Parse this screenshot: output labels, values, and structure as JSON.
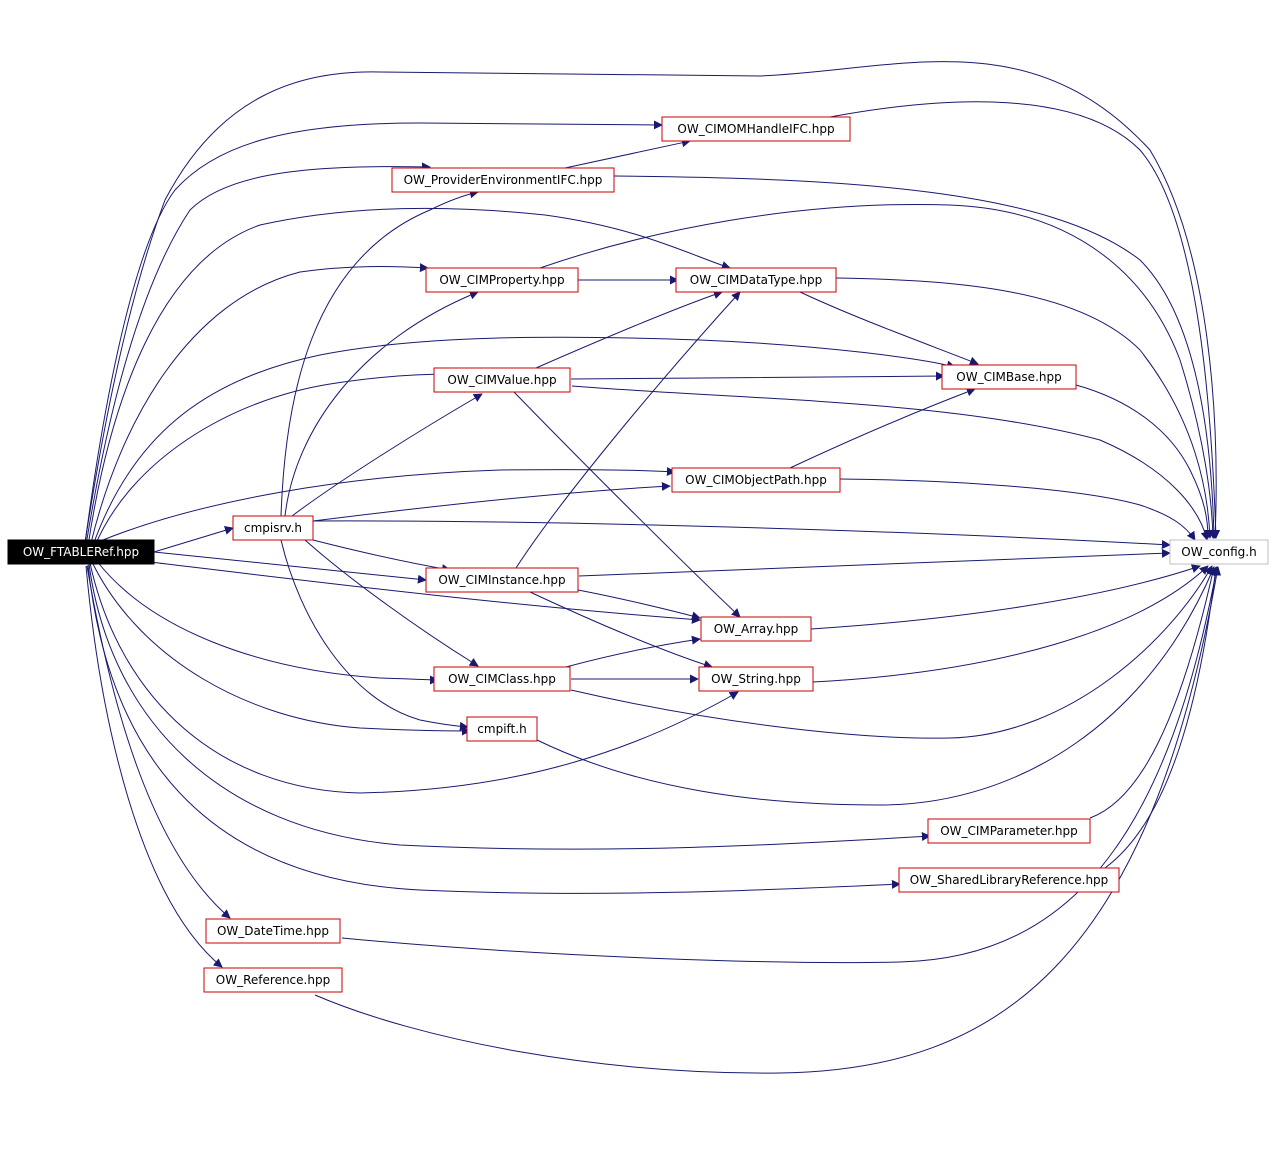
{
  "diagram": {
    "colors": {
      "edge": "#191970",
      "node_border": "#cc0000",
      "node_fill": "#ffffff",
      "root_fill": "#000000",
      "root_text": "#ffffff",
      "leaf_border": "#bfbfbf",
      "text": "#000000"
    },
    "nodes": [
      {
        "id": "ftable",
        "label": "OW_FTABLERef.hpp",
        "style": "root"
      },
      {
        "id": "cimomhandle",
        "label": "OW_CIMOMHandleIFC.hpp",
        "style": "file"
      },
      {
        "id": "provenv",
        "label": "OW_ProviderEnvironmentIFC.hpp",
        "style": "file"
      },
      {
        "id": "cimproperty",
        "label": "OW_CIMProperty.hpp",
        "style": "file"
      },
      {
        "id": "cimdatatype",
        "label": "OW_CIMDataType.hpp",
        "style": "file"
      },
      {
        "id": "cimvalue",
        "label": "OW_CIMValue.hpp",
        "style": "file"
      },
      {
        "id": "cimbase",
        "label": "OW_CIMBase.hpp",
        "style": "file"
      },
      {
        "id": "cimobjectpath",
        "label": "OW_CIMObjectPath.hpp",
        "style": "file"
      },
      {
        "id": "cmpisrv",
        "label": "cmpisrv.h",
        "style": "file"
      },
      {
        "id": "config",
        "label": "OW_config.h",
        "style": "leaf"
      },
      {
        "id": "ciminstance",
        "label": "OW_CIMInstance.hpp",
        "style": "file"
      },
      {
        "id": "array",
        "label": "OW_Array.hpp",
        "style": "file"
      },
      {
        "id": "cimclass",
        "label": "OW_CIMClass.hpp",
        "style": "file"
      },
      {
        "id": "string",
        "label": "OW_String.hpp",
        "style": "file"
      },
      {
        "id": "cmpift",
        "label": "cmpift.h",
        "style": "file"
      },
      {
        "id": "cimparameter",
        "label": "OW_CIMParameter.hpp",
        "style": "file"
      },
      {
        "id": "sharedlib",
        "label": "OW_SharedLibraryReference.hpp",
        "style": "file"
      },
      {
        "id": "datetime",
        "label": "OW_DateTime.hpp",
        "style": "file"
      },
      {
        "id": "reference",
        "label": "OW_Reference.hpp",
        "style": "file"
      }
    ],
    "edges": [
      {
        "from": "ftable",
        "to": "cimomhandle"
      },
      {
        "from": "ftable",
        "to": "provenv"
      },
      {
        "from": "ftable",
        "to": "cimproperty"
      },
      {
        "from": "ftable",
        "to": "cimdatatype"
      },
      {
        "from": "ftable",
        "to": "cimvalue"
      },
      {
        "from": "ftable",
        "to": "cimbase"
      },
      {
        "from": "ftable",
        "to": "cimobjectpath"
      },
      {
        "from": "ftable",
        "to": "cmpisrv"
      },
      {
        "from": "ftable",
        "to": "ciminstance"
      },
      {
        "from": "ftable",
        "to": "array"
      },
      {
        "from": "ftable",
        "to": "cimclass"
      },
      {
        "from": "ftable",
        "to": "cmpift"
      },
      {
        "from": "ftable",
        "to": "string"
      },
      {
        "from": "ftable",
        "to": "cimparameter"
      },
      {
        "from": "ftable",
        "to": "sharedlib"
      },
      {
        "from": "ftable",
        "to": "datetime"
      },
      {
        "from": "ftable",
        "to": "reference"
      },
      {
        "from": "ftable",
        "to": "config"
      },
      {
        "from": "provenv",
        "to": "cimomhandle"
      },
      {
        "from": "provenv",
        "to": "config"
      },
      {
        "from": "cimomhandle",
        "to": "config"
      },
      {
        "from": "cimproperty",
        "to": "cimdatatype"
      },
      {
        "from": "cimproperty",
        "to": "config"
      },
      {
        "from": "cimdatatype",
        "to": "cimbase"
      },
      {
        "from": "cimdatatype",
        "to": "config"
      },
      {
        "from": "cimvalue",
        "to": "cimdatatype"
      },
      {
        "from": "cimvalue",
        "to": "cimbase"
      },
      {
        "from": "cimvalue",
        "to": "array"
      },
      {
        "from": "cimvalue",
        "to": "config"
      },
      {
        "from": "cimbase",
        "to": "config"
      },
      {
        "from": "cimobjectpath",
        "to": "cimbase"
      },
      {
        "from": "cimobjectpath",
        "to": "config"
      },
      {
        "from": "cmpisrv",
        "to": "provenv"
      },
      {
        "from": "cmpisrv",
        "to": "cimproperty"
      },
      {
        "from": "cmpisrv",
        "to": "cimvalue"
      },
      {
        "from": "cmpisrv",
        "to": "cimobjectpath"
      },
      {
        "from": "cmpisrv",
        "to": "ciminstance"
      },
      {
        "from": "cmpisrv",
        "to": "cimclass"
      },
      {
        "from": "cmpisrv",
        "to": "cmpift"
      },
      {
        "from": "cmpisrv",
        "to": "config"
      },
      {
        "from": "ciminstance",
        "to": "cimdatatype"
      },
      {
        "from": "ciminstance",
        "to": "array"
      },
      {
        "from": "ciminstance",
        "to": "string"
      },
      {
        "from": "ciminstance",
        "to": "config"
      },
      {
        "from": "array",
        "to": "config"
      },
      {
        "from": "cimclass",
        "to": "array"
      },
      {
        "from": "cimclass",
        "to": "string"
      },
      {
        "from": "cimclass",
        "to": "config"
      },
      {
        "from": "string",
        "to": "config"
      },
      {
        "from": "cmpift",
        "to": "config"
      },
      {
        "from": "cimparameter",
        "to": "config"
      },
      {
        "from": "sharedlib",
        "to": "config"
      },
      {
        "from": "datetime",
        "to": "config"
      },
      {
        "from": "reference",
        "to": "config"
      }
    ]
  }
}
